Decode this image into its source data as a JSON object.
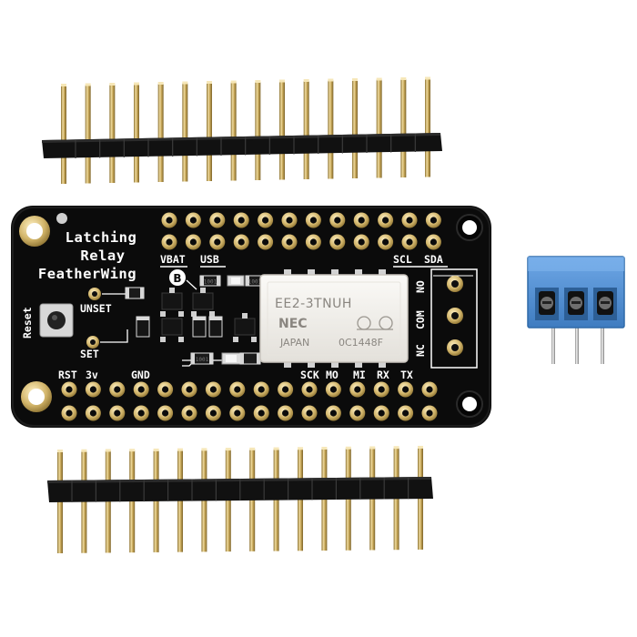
{
  "board": {
    "title_lines": [
      "Latching",
      "Relay",
      "FeatherWing"
    ],
    "top_labels": {
      "vbat": "VBAT",
      "usb": "USB",
      "scl": "SCL",
      "sda": "SDA"
    },
    "badge": "B",
    "button_labels": {
      "unset": "UNSET",
      "set": "SET",
      "reset": "Reset"
    },
    "bottom_labels": {
      "rst": "RST",
      "v3": "3v",
      "gnd": "GND",
      "sck": "SCK",
      "mo": "MO",
      "mi": "MI",
      "rx": "RX",
      "tx": "TX"
    },
    "terminal_labels": {
      "no": "NO",
      "com": "COM",
      "nc": "NC"
    },
    "resistor_codes": [
      "1001",
      "1001",
      "1001"
    ]
  },
  "relay": {
    "line1": "EE2-3TNUH",
    "brand": "NEC",
    "line3_left": "JAPAN",
    "line3_right": "0C1448F"
  },
  "colors": {
    "pcb": "#0b0b0b",
    "terminal_block": "#4f8fd4",
    "header_plastic": "#111111",
    "pin_metal": "#c9a95a",
    "relay_body": "#f2f0ec"
  },
  "header_pin_count": 16
}
